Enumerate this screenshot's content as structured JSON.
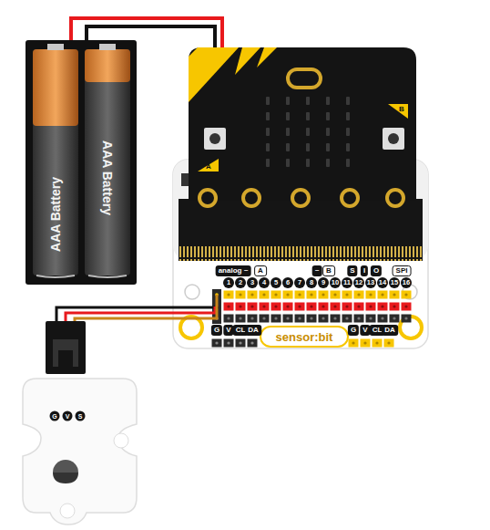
{
  "diagram": {
    "nodes": [
      {
        "text": [
          "AAA Battery"
        ]
      },
      {
        "text": [
          "AAA Battery"
        ]
      }
    ],
    "labels": [
      "A",
      "B",
      "analog ~",
      "A",
      "~",
      "B",
      "S",
      "I",
      "O",
      "SPI",
      "1",
      "2",
      "3",
      "4",
      "5",
      "6",
      "7",
      "8",
      "9",
      "10",
      "11",
      "12",
      "13",
      "14",
      "15",
      "16",
      "G",
      "V",
      "CL",
      "DA",
      "sensor:bit",
      "G",
      "V",
      "CL",
      "DA",
      "G",
      "V",
      "S"
    ]
  }
}
